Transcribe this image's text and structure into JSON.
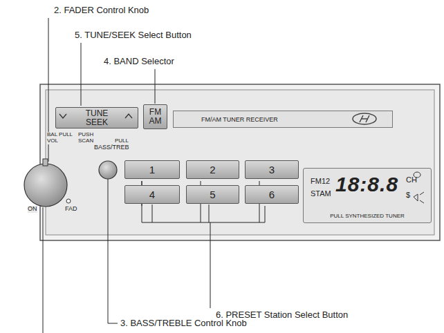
{
  "diagram": {
    "nodes": [
      {
        "text": [
          "TUNE SEEK"
        ]
      },
      {
        "text": [
          "FM AM"
        ]
      },
      {
        "text": [
          "FM/AM TUNER RECEIVER"
        ]
      },
      {
        "text": [
          "1"
        ]
      },
      {
        "text": [
          "2"
        ]
      },
      {
        "text": [
          "3"
        ]
      },
      {
        "text": [
          "4"
        ]
      },
      {
        "text": [
          "5"
        ]
      },
      {
        "text": [
          "6"
        ]
      },
      {
        "text": [
          "FM12",
          "STAM",
          "18:8.8",
          "CH",
          "$",
          "PULL SYNTHESIZED TUNER"
        ]
      }
    ],
    "labels": [
      "2. FADER Control Knob",
      "5. TUNE/SEEK Select Button",
      "4. BAND Selector",
      "BAL PULL",
      "VOL",
      "PUSH",
      "SCAN",
      "PULL",
      "BASS/TREB",
      "ON",
      "FAD",
      "6. PRESET Station Select Button",
      "3. BASS/TREBLE Control Knob"
    ]
  }
}
